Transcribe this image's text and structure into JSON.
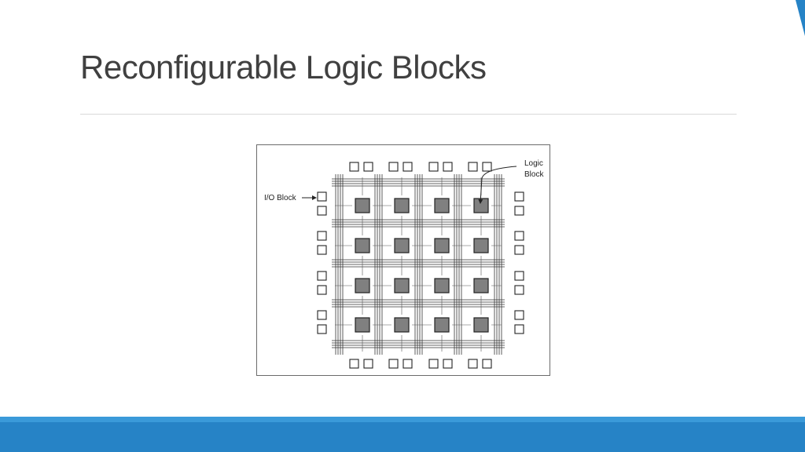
{
  "slide": {
    "title": "Reconfigurable Logic Blocks"
  },
  "diagram": {
    "logic_block_label_line1": "Logic",
    "logic_block_label_line2": "Block",
    "io_block_label": "I/O Block",
    "grid_rows": 4,
    "grid_cols": 4,
    "io_pairs_per_side": 4
  },
  "colors": {
    "accent": "#2683c6",
    "accent_light": "#3a9ad9",
    "title_text": "#404040",
    "logic_block_fill": "#808080"
  }
}
